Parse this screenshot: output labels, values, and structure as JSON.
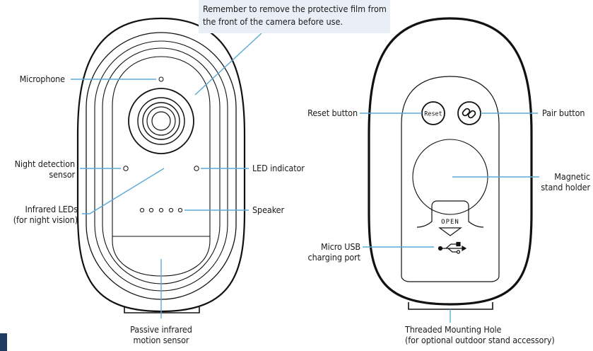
{
  "note": {
    "line1": "Remember to remove the protective film from",
    "line2": "the front of the camera before use."
  },
  "front_labels": {
    "microphone": "Microphone",
    "night_detection_1": "Night detection",
    "night_detection_2": "sensor",
    "infrared_1": "Infrared LEDs",
    "infrared_2": "(for night vision)",
    "led_indicator": "LED indicator",
    "speaker": "Speaker",
    "pir_1": "Passive infrared",
    "pir_2": "motion sensor"
  },
  "back_labels": {
    "reset_button": "Reset button",
    "pair_button": "Pair button",
    "magnetic_1": "Magnetic",
    "magnetic_2": "stand holder",
    "usb_1": "Micro USB",
    "usb_2": "charging port",
    "threaded_1": "Threaded Mounting Hole",
    "threaded_2": "(for optional outdoor stand accessory)"
  },
  "device_text": {
    "reset": "Reset",
    "open": "OPEN"
  },
  "colors": {
    "leader": "#5aaad6",
    "outline": "#111111",
    "note_bg": "#e9eef7",
    "tab": "#1f3a5f"
  },
  "icons": [
    "usb-icon",
    "pair-link-icon",
    "open-arrow-icon"
  ]
}
